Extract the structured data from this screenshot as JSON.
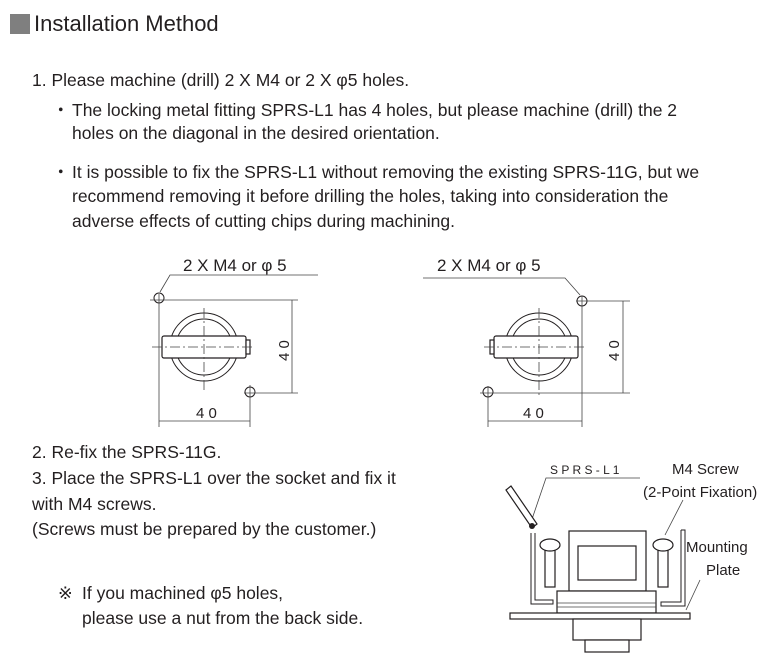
{
  "heading": "Installation Method",
  "step1": {
    "text": "1. Please machine (drill) 2 X M4 or 2 X φ5 holes.",
    "bullet_mark": "・",
    "bullets": [
      {
        "lines": [
          "The locking metal fitting SPRS-L1 has 4 holes, but please machine (drill) the 2",
          "holes on the diagonal in the desired orientation."
        ]
      },
      {
        "lines": [
          "It is possible to fix the SPRS-L1 without removing the existing SPRS-11G, but we",
          "recommend removing it before drilling the holes, taking into consideration the",
          "adverse effects of cutting chips during machining."
        ]
      }
    ]
  },
  "drawings": {
    "left": {
      "hole_label": "2 X M4 or φ 5",
      "dim_h": "4 0",
      "dim_v": "4 0"
    },
    "right": {
      "hole_label": "2 X M4 or φ 5",
      "dim_h": "4 0",
      "dim_v": "4 0"
    },
    "assembly": {
      "part_label": "S P R S - L 1",
      "screw_label": "M4 Screw",
      "screw_sub": "(2-Point Fixation)",
      "plate_label_1": "Mounting",
      "plate_label_2": "Plate"
    }
  },
  "step2": "2. Re-fix the SPRS-11G.",
  "step3": [
    "3. Place the SPRS-L1 over the socket and fix it",
    "with M4 screws.",
    "(Screws must be prepared by the customer.)"
  ],
  "note": {
    "mark": "※",
    "lines": [
      "If you machined φ5 holes,",
      "please use a nut from the back side."
    ]
  }
}
